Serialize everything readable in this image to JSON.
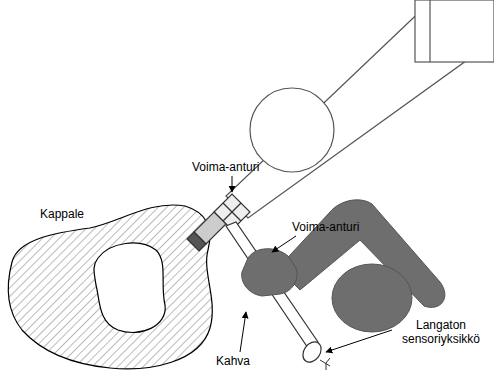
{
  "diagram": {
    "labels": [
      "Voima-anturi",
      "Kappale",
      "Voima-anturi",
      "Kahva",
      "Langaton sensoriyksikkö"
    ]
  }
}
